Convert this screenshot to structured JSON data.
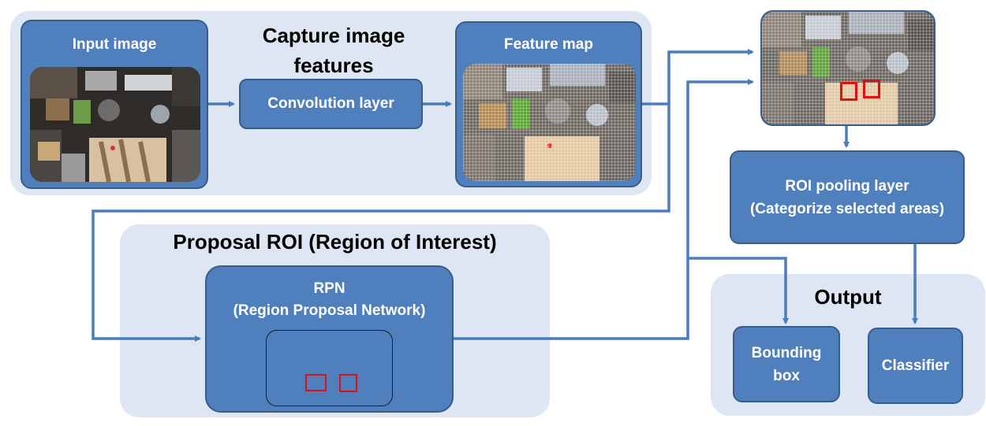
{
  "regions": {
    "capture": {
      "title_line1": "Capture image",
      "title_line2": "features"
    },
    "proposal": {
      "title": "Proposal ROI (Region of Interest)"
    },
    "output": {
      "title": "Output"
    }
  },
  "boxes": {
    "input_image": "Input image",
    "convolution": "Convolution layer",
    "feature_map": "Feature map",
    "roi_pooling_line1": "ROI pooling layer",
    "roi_pooling_line2": "(Categorize selected areas)",
    "rpn_line1": "RPN",
    "rpn_line2": "(Region Proposal Network)",
    "bounding_line1": "Bounding",
    "bounding_line2": "box",
    "classifier": "Classifier"
  },
  "colors": {
    "box_fill": "#4f80bd",
    "region_fill": "#dde6f2",
    "arrow": "#4a7ebb",
    "roi_marker": "#e01010"
  }
}
